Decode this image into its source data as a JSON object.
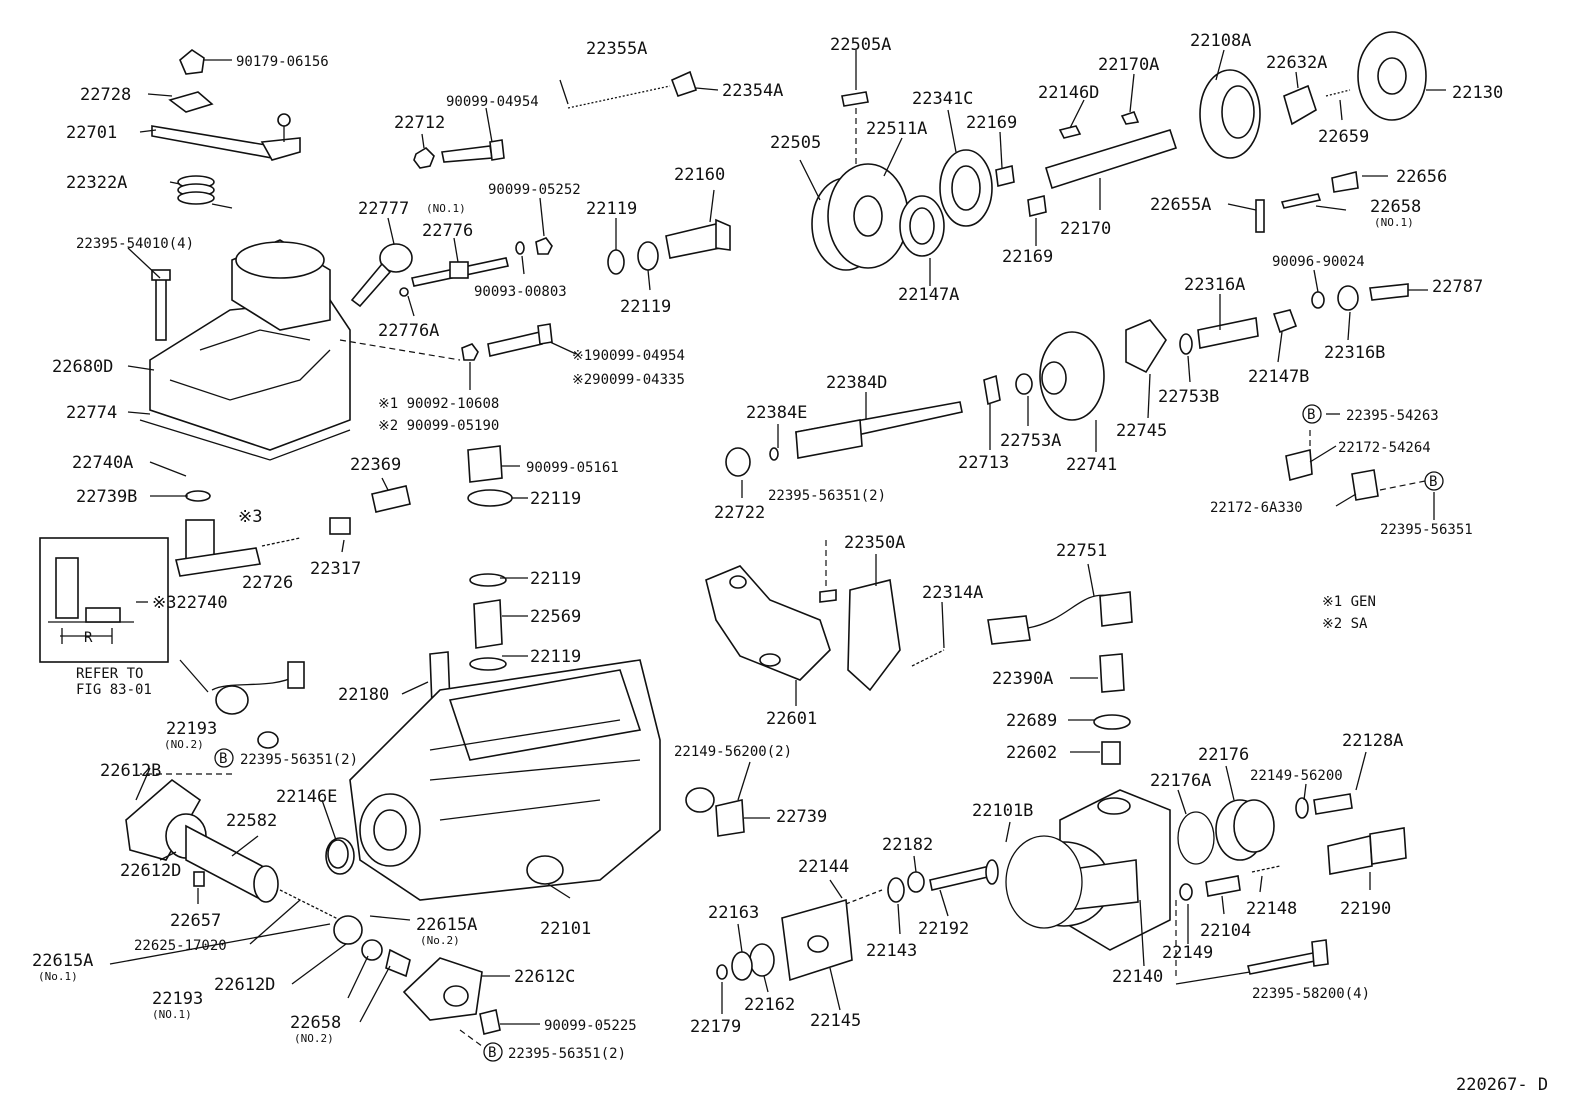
{
  "diagram_id": "220267- D",
  "notes": {
    "n1": "※1 GEN",
    "n2": "※2 SA",
    "refer_line1": "REFER TO",
    "refer_line2": "FIG 83-01",
    "inset_dim": "R"
  },
  "callouts": [
    {
      "id": "c1",
      "text": "90179-06156"
    },
    {
      "id": "c2",
      "text": "22728"
    },
    {
      "id": "c3",
      "text": "22701"
    },
    {
      "id": "c4",
      "text": "22322A"
    },
    {
      "id": "c5",
      "text": "22395-54010(4)"
    },
    {
      "id": "c6",
      "text": "22680D"
    },
    {
      "id": "c7",
      "text": "22774"
    },
    {
      "id": "c8",
      "text": "22740A"
    },
    {
      "id": "c9",
      "text": "22739B"
    },
    {
      "id": "c10",
      "text": "※3"
    },
    {
      "id": "c11",
      "text": "22726"
    },
    {
      "id": "c12",
      "text": "※322740"
    },
    {
      "id": "c13",
      "text": "22355A"
    },
    {
      "id": "c14",
      "text": "22354A"
    },
    {
      "id": "c15",
      "text": "90099-04954"
    },
    {
      "id": "c16",
      "text": "22712"
    },
    {
      "id": "c17",
      "text": "22777"
    },
    {
      "id": "c18",
      "text": "22776"
    },
    {
      "id": "c19",
      "text": "22776A"
    },
    {
      "id": "c20",
      "text": "90099-05252"
    },
    {
      "id": "c21",
      "text": "90093-00803"
    },
    {
      "id": "c22",
      "text": "22119"
    },
    {
      "id": "c23",
      "text": "22119"
    },
    {
      "id": "c24",
      "text": "22160"
    },
    {
      "id": "c25",
      "text": "※190099-04954"
    },
    {
      "id": "c26",
      "text": "※290099-04335"
    },
    {
      "id": "c27",
      "text": "※1 90092-10608"
    },
    {
      "id": "c28",
      "text": "※2 90099-05190"
    },
    {
      "id": "c29",
      "text": "90099-05161"
    },
    {
      "id": "c30",
      "text": "22119"
    },
    {
      "id": "c31",
      "text": "22369"
    },
    {
      "id": "c32",
      "text": "22317"
    },
    {
      "id": "c33",
      "text": "22119"
    },
    {
      "id": "c34",
      "text": "22569"
    },
    {
      "id": "c35",
      "text": "22119"
    },
    {
      "id": "c36",
      "text": "22180"
    },
    {
      "id": "c37",
      "text": "22193"
    },
    {
      "id": "c38",
      "text": "22395-56351(2)"
    },
    {
      "id": "c39",
      "text": "22612B"
    },
    {
      "id": "c40",
      "text": "22146E"
    },
    {
      "id": "c41",
      "text": "22582"
    },
    {
      "id": "c42",
      "text": "22612D"
    },
    {
      "id": "c43",
      "text": "22657"
    },
    {
      "id": "c44",
      "text": "22625-17020"
    },
    {
      "id": "c45",
      "text": "22615A"
    },
    {
      "id": "c46",
      "text": "22615A"
    },
    {
      "id": "c47",
      "text": "22612D"
    },
    {
      "id": "c48",
      "text": "22193"
    },
    {
      "id": "c49",
      "text": "22658"
    },
    {
      "id": "c50",
      "text": "22612C"
    },
    {
      "id": "c51",
      "text": "90099-05225"
    },
    {
      "id": "c52",
      "text": "22395-56351(2)"
    },
    {
      "id": "c53",
      "text": "22101"
    },
    {
      "id": "c54",
      "text": "22505A"
    },
    {
      "id": "c55",
      "text": "22505"
    },
    {
      "id": "c56",
      "text": "22511A"
    },
    {
      "id": "c57",
      "text": "22341C"
    },
    {
      "id": "c58",
      "text": "22169"
    },
    {
      "id": "c59",
      "text": "22146D"
    },
    {
      "id": "c60",
      "text": "22170A"
    },
    {
      "id": "c61",
      "text": "22108A"
    },
    {
      "id": "c62",
      "text": "22632A"
    },
    {
      "id": "c63",
      "text": "22130"
    },
    {
      "id": "c64",
      "text": "22659"
    },
    {
      "id": "c65",
      "text": "22656"
    },
    {
      "id": "c66",
      "text": "22655A"
    },
    {
      "id": "c67",
      "text": "22658"
    },
    {
      "id": "c68",
      "text": "22170"
    },
    {
      "id": "c69",
      "text": "22169"
    },
    {
      "id": "c70",
      "text": "22147A"
    },
    {
      "id": "c71",
      "text": "90096-90024"
    },
    {
      "id": "c72",
      "text": "22316A"
    },
    {
      "id": "c73",
      "text": "22787"
    },
    {
      "id": "c74",
      "text": "22316B"
    },
    {
      "id": "c75",
      "text": "22147B"
    },
    {
      "id": "c76",
      "text": "22753B"
    },
    {
      "id": "c77",
      "text": "22745"
    },
    {
      "id": "c78",
      "text": "22741"
    },
    {
      "id": "c79",
      "text": "22753A"
    },
    {
      "id": "c80",
      "text": "22713"
    },
    {
      "id": "c81",
      "text": "22384D"
    },
    {
      "id": "c82",
      "text": "22384E"
    },
    {
      "id": "c83",
      "text": "22722"
    },
    {
      "id": "c84",
      "text": "22395-56351(2)"
    },
    {
      "id": "c85",
      "text": "22395-54263"
    },
    {
      "id": "c86",
      "text": "22172-54264"
    },
    {
      "id": "c87",
      "text": "22172-6A330"
    },
    {
      "id": "c88",
      "text": "22395-56351"
    },
    {
      "id": "c89",
      "text": "22350A"
    },
    {
      "id": "c90",
      "text": "22314A"
    },
    {
      "id": "c91",
      "text": "22601"
    },
    {
      "id": "c92",
      "text": "22751"
    },
    {
      "id": "c93",
      "text": "22390A"
    },
    {
      "id": "c94",
      "text": "22689"
    },
    {
      "id": "c95",
      "text": "22602"
    },
    {
      "id": "c96",
      "text": "22149-56200(2)"
    },
    {
      "id": "c97",
      "text": "22739"
    },
    {
      "id": "c98",
      "text": "22101B"
    },
    {
      "id": "c99",
      "text": "22176"
    },
    {
      "id": "c100",
      "text": "22176A"
    },
    {
      "id": "c101",
      "text": "22149-56200"
    },
    {
      "id": "c102",
      "text": "22128A"
    },
    {
      "id": "c103",
      "text": "22144"
    },
    {
      "id": "c104",
      "text": "22182"
    },
    {
      "id": "c105",
      "text": "22163"
    },
    {
      "id": "c106",
      "text": "22143"
    },
    {
      "id": "c107",
      "text": "22192"
    },
    {
      "id": "c108",
      "text": "22148"
    },
    {
      "id": "c109",
      "text": "22190"
    },
    {
      "id": "c110",
      "text": "22104"
    },
    {
      "id": "c111",
      "text": "22149"
    },
    {
      "id": "c112",
      "text": "22140"
    },
    {
      "id": "c113",
      "text": "22395-58200(4)"
    },
    {
      "id": "c114",
      "text": "22179"
    },
    {
      "id": "c115",
      "text": "22162"
    },
    {
      "id": "c116",
      "text": "22145"
    }
  ],
  "sub_notes": {
    "no1_a": "(NO.1)",
    "no1_b": "(NO.1)",
    "no2_a": "(NO.2)",
    "no2_b": "(No.2)",
    "no1_c": "(No.1)",
    "no1_d": "(NO.1)",
    "no2_c": "(NO.2)"
  },
  "bolt_marker": "B"
}
